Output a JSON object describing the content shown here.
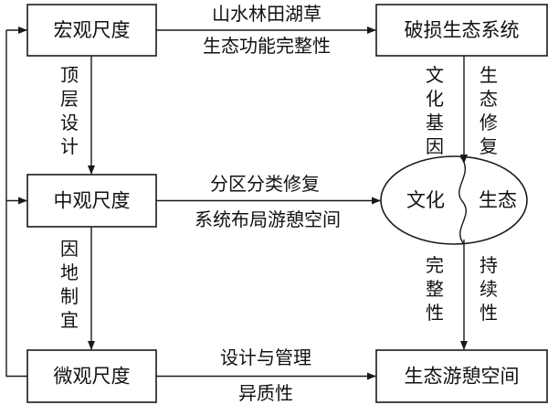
{
  "nodes": {
    "macro": "宏观尺度",
    "damaged": "破损生态系统",
    "meso": "中观尺度",
    "culture": "文化",
    "ecology": "生态",
    "micro": "微观尺度",
    "recreation": "生态游憩空间"
  },
  "edges": {
    "macro_damaged_top": "山水林田湖草",
    "macro_damaged_bottom": "生态功能完整性",
    "meso_ellipse_top": "分区分类修复",
    "meso_ellipse_bottom": "系统布局游憩空间",
    "micro_recreation_top": "设计与管理",
    "micro_recreation_bottom": "异质性",
    "macro_meso_chars": [
      "顶",
      "层",
      "设",
      "计"
    ],
    "meso_micro_chars": [
      "因",
      "地",
      "制",
      "宜"
    ],
    "damaged_ellipse_left_chars": [
      "文",
      "化",
      "基",
      "因"
    ],
    "damaged_ellipse_right_chars": [
      "生",
      "态",
      "修",
      "复"
    ],
    "ellipse_recreation_left_chars": [
      "完",
      "整",
      "性"
    ],
    "ellipse_recreation_right_chars": [
      "持",
      "续",
      "性"
    ]
  }
}
